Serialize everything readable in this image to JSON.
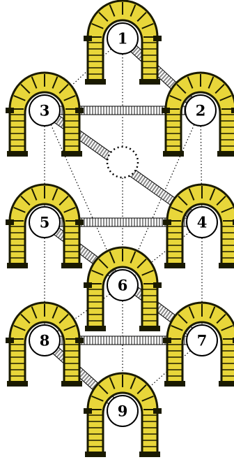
{
  "diagram": {
    "colors": {
      "background": "#ffffff",
      "stone": "#e8d63a",
      "stone_dark": "#1a1a00",
      "circle_fill": "#ffffff",
      "outline": "#000000",
      "bridge_fill": "#ffffff",
      "bridge_stripe": "#8a8a8a"
    },
    "nodes": [
      {
        "id": "1",
        "label": "1"
      },
      {
        "id": "2",
        "label": "2"
      },
      {
        "id": "3",
        "label": "3"
      },
      {
        "id": "4",
        "label": "4"
      },
      {
        "id": "5",
        "label": "5"
      },
      {
        "id": "6",
        "label": "6"
      },
      {
        "id": "7",
        "label": "7"
      },
      {
        "id": "8",
        "label": "8"
      },
      {
        "id": "9",
        "label": "9"
      },
      {
        "id": "hidden",
        "label": ""
      }
    ],
    "bridges": [
      {
        "from": "1",
        "to": "2"
      },
      {
        "from": "3",
        "to": "2"
      },
      {
        "from": "3",
        "to": "4"
      },
      {
        "from": "5",
        "to": "4"
      },
      {
        "from": "5",
        "to": "7"
      },
      {
        "from": "8",
        "to": "7"
      },
      {
        "from": "8",
        "to": "9"
      }
    ],
    "dotted_paths": [
      {
        "from": "1",
        "to": "3"
      },
      {
        "from": "1",
        "to": "hidden"
      },
      {
        "from": "3",
        "to": "5"
      },
      {
        "from": "2",
        "to": "4"
      },
      {
        "from": "hidden",
        "to": "6"
      },
      {
        "from": "3",
        "to": "6"
      },
      {
        "from": "2",
        "to": "6"
      },
      {
        "from": "5",
        "to": "8"
      },
      {
        "from": "4",
        "to": "7"
      },
      {
        "from": "4",
        "to": "6"
      },
      {
        "from": "5",
        "to": "6"
      },
      {
        "from": "6",
        "to": "9"
      },
      {
        "from": "6",
        "to": "8"
      },
      {
        "from": "7",
        "to": "9"
      }
    ]
  }
}
